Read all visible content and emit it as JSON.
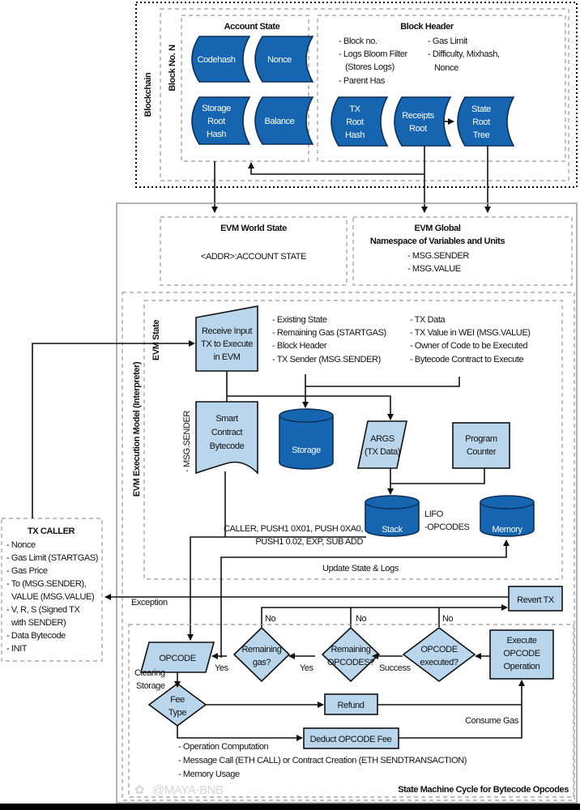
{
  "blockchain": {
    "label": "Blockchain",
    "block_label": "Block No. N",
    "account_state": {
      "title": "Account State",
      "items": [
        [
          "Codehash"
        ],
        [
          "Nonce"
        ],
        [
          "Storage",
          "Root",
          "Hash"
        ],
        [
          "Balance"
        ]
      ]
    },
    "block_header": {
      "title": "Block Header",
      "left_list": [
        "- Block no.",
        "- Logs Bloom Filter",
        "(Stores Logs)",
        "- Parent Has"
      ],
      "right_list": [
        "- Gas Limit",
        "- Difficulty, Mixhash,",
        "Nonce"
      ],
      "items": [
        [
          "TX",
          "Root",
          "Hash"
        ],
        [
          "Receipts",
          "Root"
        ],
        [
          "State",
          "Root",
          "Tree"
        ]
      ]
    }
  },
  "world_state": {
    "title": "EVM World State",
    "text": "<ADDR>:ACCOUNT STATE"
  },
  "global_ns": {
    "title": [
      "EVM Global",
      "Namespace of Variables and Units"
    ],
    "items": [
      "- MSG.SENDER",
      "- MSG.VALUE"
    ]
  },
  "exec_model": {
    "label": "EVM Execution Model (Interpreter)"
  },
  "evm_state": {
    "label": "EVM State",
    "receive_input": [
      "Receive Input",
      "TX to Execute",
      "in EVM"
    ],
    "list_left": [
      "- Existing State",
      "- Remaining Gas (STARTGAS)",
      "- Block Header",
      "- TX Sender (MSG.SENDER)"
    ],
    "list_right": [
      "- TX Data",
      "- TX Value in WEI (MSG.VALUE)",
      "- Owner of Code to be Executed",
      "- Bytecode Contract to Execute"
    ],
    "bytecode": [
      "Smart",
      "Contract",
      "Bytecode"
    ],
    "msg_sender": "- MSG.SENDER",
    "storage": "Storage",
    "args": [
      "ARGS",
      "(TX Data)"
    ],
    "program_counter": [
      "Program",
      "Counter"
    ],
    "stack": "Stack",
    "lifo": [
      "LIFO",
      "-OPCODES"
    ],
    "memory": "Memory",
    "opcodes_text": [
      "CALLER, PUSH1 0X01, PUSH 0XA0,",
      "PUSH1 0.02, EXP, SUB ADD"
    ],
    "update": "Update State & Logs"
  },
  "tx_caller": {
    "title": "TX CALLER",
    "items": [
      "- Nonce",
      "- Gas Limit (STARTGAS)",
      "- Gas Price",
      "- To (MSG.SENDER),",
      "VALUE (MSG.VALUE)",
      "- V, R, S (Signed TX",
      "with SENDER)",
      "- Data Bytecode",
      "- INIT"
    ]
  },
  "cycle": {
    "title": "State Machine Cycle for Bytecode Opcodes",
    "exception": "Exception",
    "revert": "Revert TX",
    "opcode": "OPCODE",
    "remaining_gas": [
      "Remaining",
      "gas?"
    ],
    "remaining_opcodes": [
      "Remaining",
      "OPCODES?"
    ],
    "opcode_executed": [
      "OPCODE",
      "executed?"
    ],
    "execute": [
      "Execute",
      "OPCODE",
      "Operation"
    ],
    "no": "No",
    "yes": "Yes",
    "success": "Success",
    "clearing": [
      "Clearing",
      "Storage"
    ],
    "fee_type": [
      "Fee",
      "Type"
    ],
    "refund": "Refund",
    "deduct": "Deduct OPCODE Fee",
    "consume": "Consume Gas",
    "fee_list": [
      "- Operation Computation",
      "- Message Call (ETH CALL) or Contract Creation (ETH SENDTRANSACTION)",
      "- Memory Usage"
    ]
  },
  "watermark": "@MAYA-BNB",
  "colors": {
    "dark_blue": "#1565b0",
    "light_blue": "#b9d6ec"
  }
}
